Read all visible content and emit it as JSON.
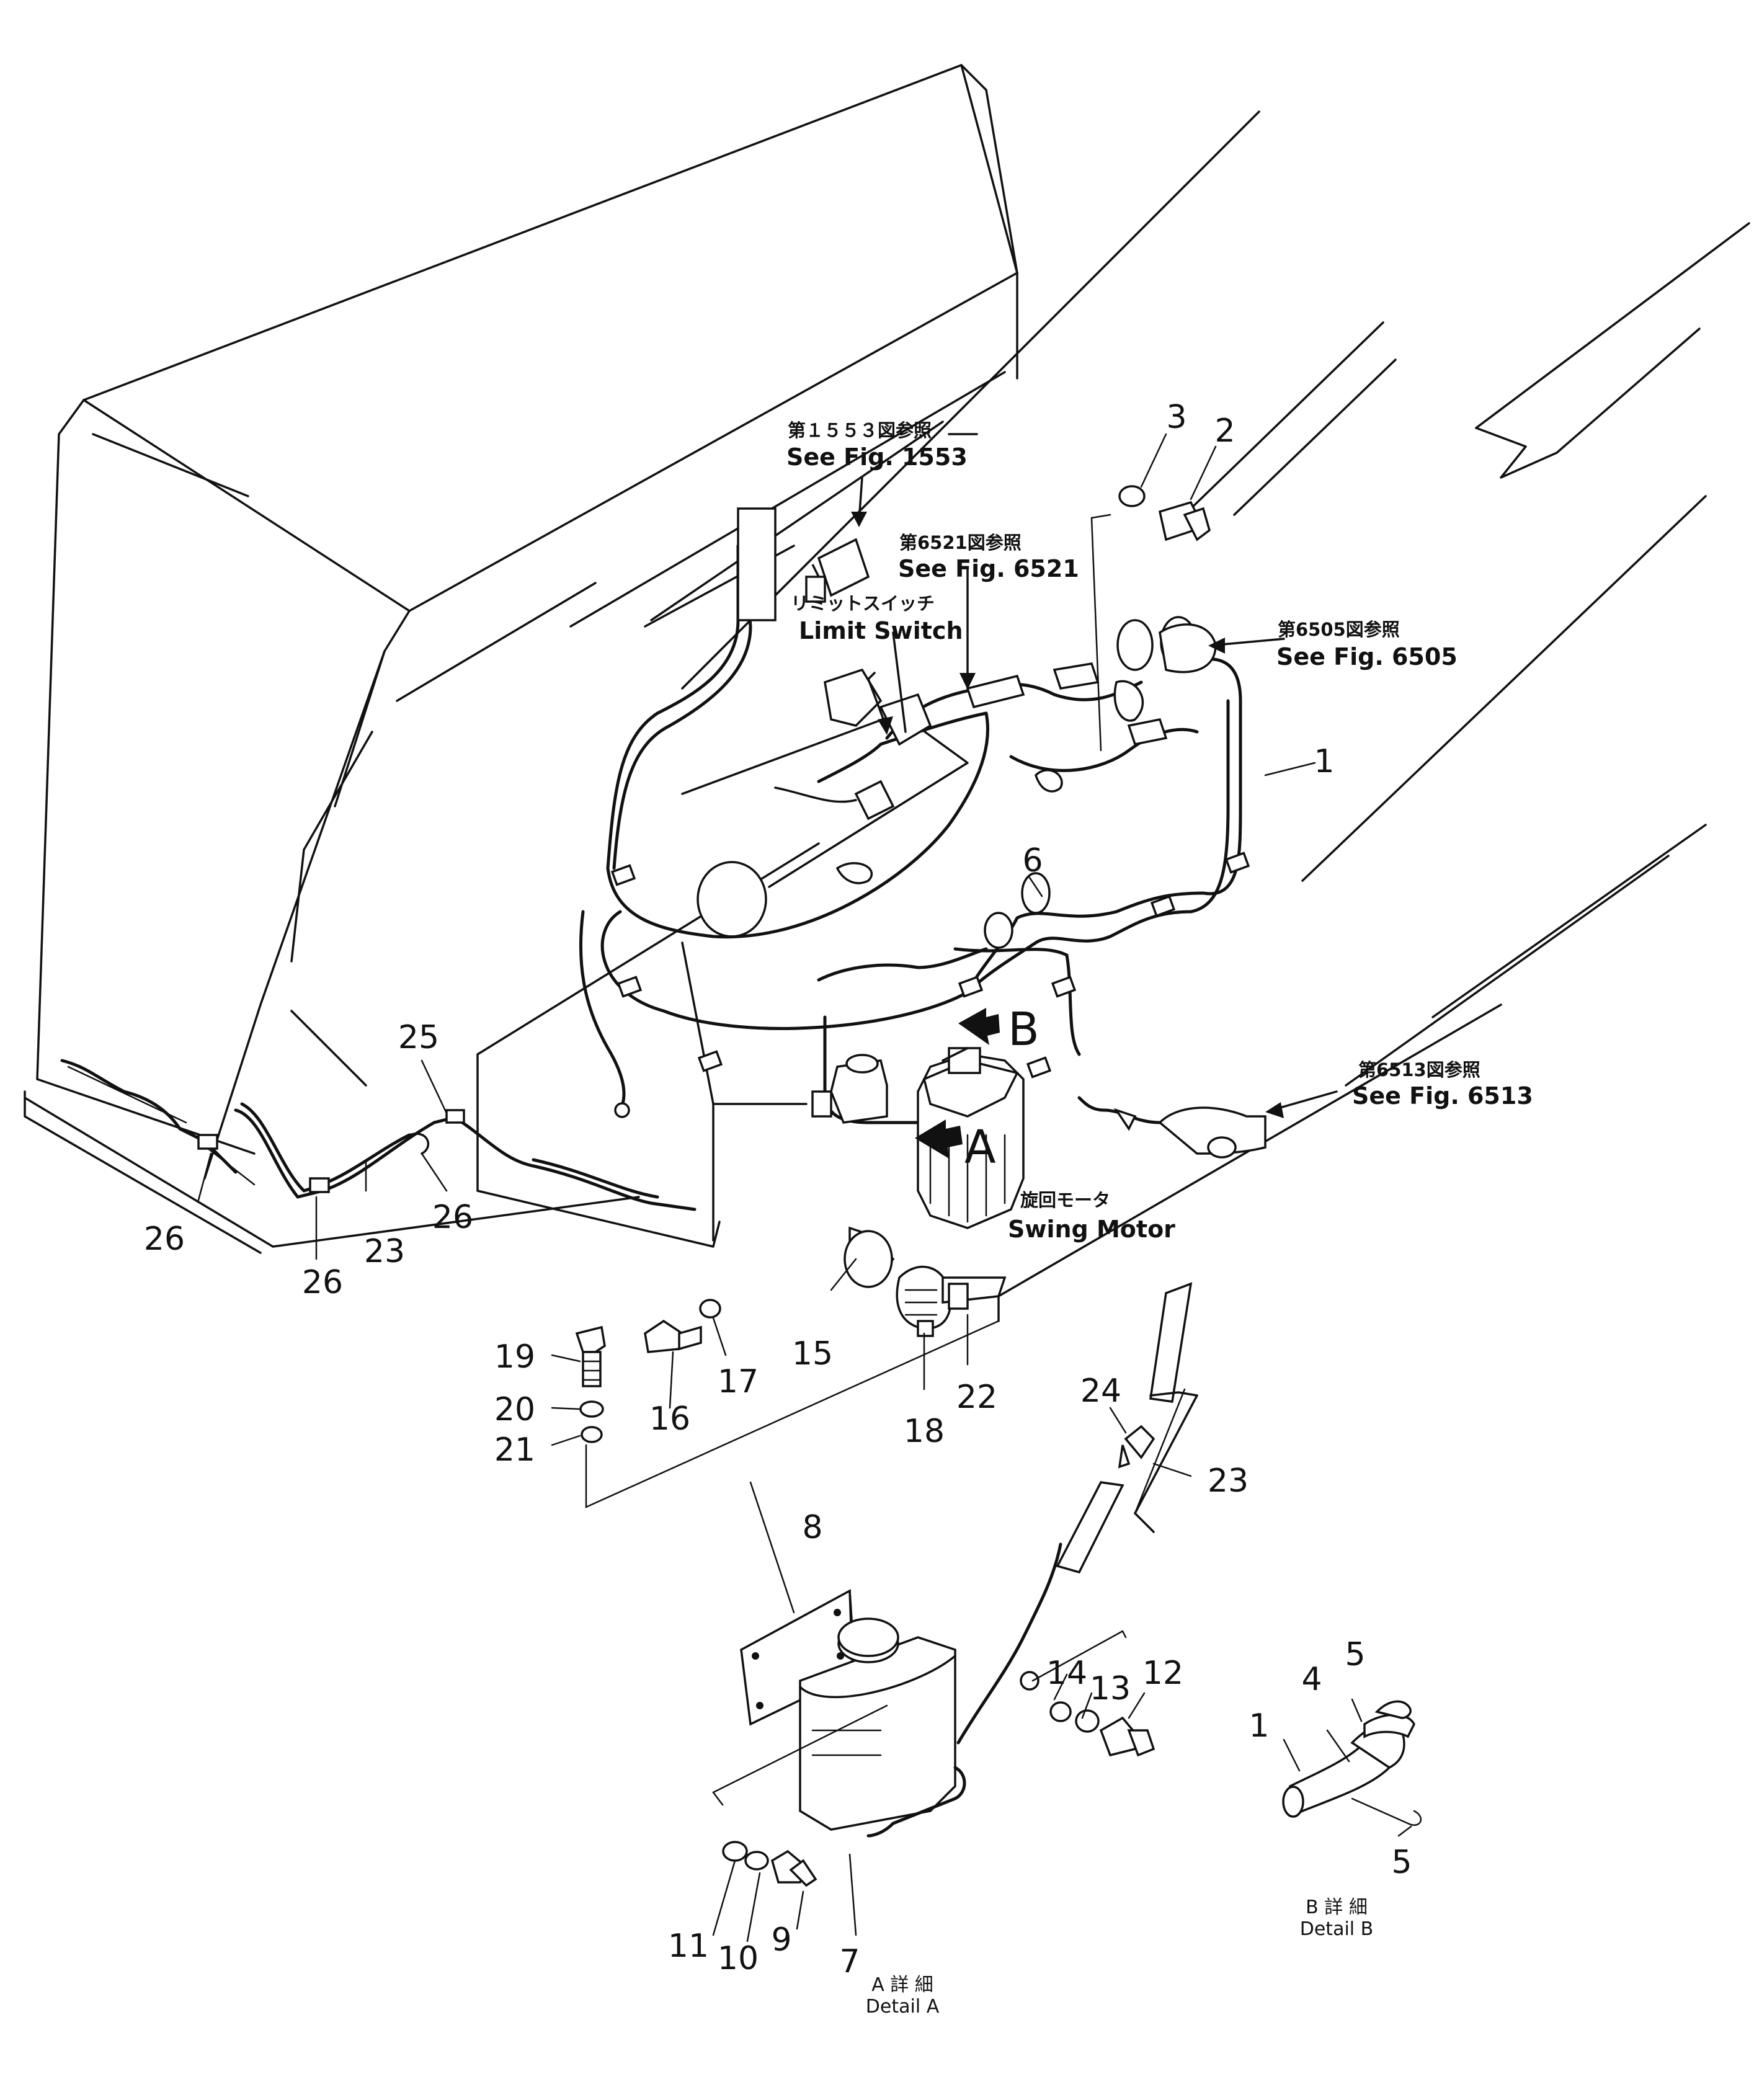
{
  "references": {
    "fig1553": {
      "jp": "第１５５３図参照",
      "en": "See Fig. 1553"
    },
    "fig6521": {
      "jp": "第6521図参照",
      "en": "See Fig. 6521"
    },
    "fig6505": {
      "jp": "第6505図参照",
      "en": "See Fig. 6505"
    },
    "fig6513": {
      "jp": "第6513図参照",
      "en": "See Fig. 6513"
    }
  },
  "components": {
    "limit_switch": {
      "jp": "リミットスイッチ",
      "en": "Limit Switch"
    },
    "swing_motor": {
      "jp": "旋回モータ",
      "en": "Swing Motor"
    }
  },
  "view_markers": {
    "a": "A",
    "b": "B"
  },
  "details": {
    "a": {
      "jp": "A 詳 細",
      "en": "Detail A"
    },
    "b": {
      "jp": "B 詳 細",
      "en": "Detail B"
    }
  },
  "callouts": {
    "n1": "1",
    "n2": "2",
    "n3": "3",
    "n4": "4",
    "n5": "5",
    "n5b": "5",
    "n6": "6",
    "n7": "7",
    "n8": "8",
    "n9": "9",
    "n10": "10",
    "n11": "11",
    "n12": "12",
    "n13": "13",
    "n14": "14",
    "n15": "15",
    "n16": "16",
    "n17": "17",
    "n18": "18",
    "n19": "19",
    "n20": "20",
    "n21": "21",
    "n22": "22",
    "n23": "23",
    "n23b": "23",
    "n24": "24",
    "n25": "25",
    "n26a": "26",
    "n26b": "26",
    "n26c": "26",
    "n1b": "1"
  }
}
